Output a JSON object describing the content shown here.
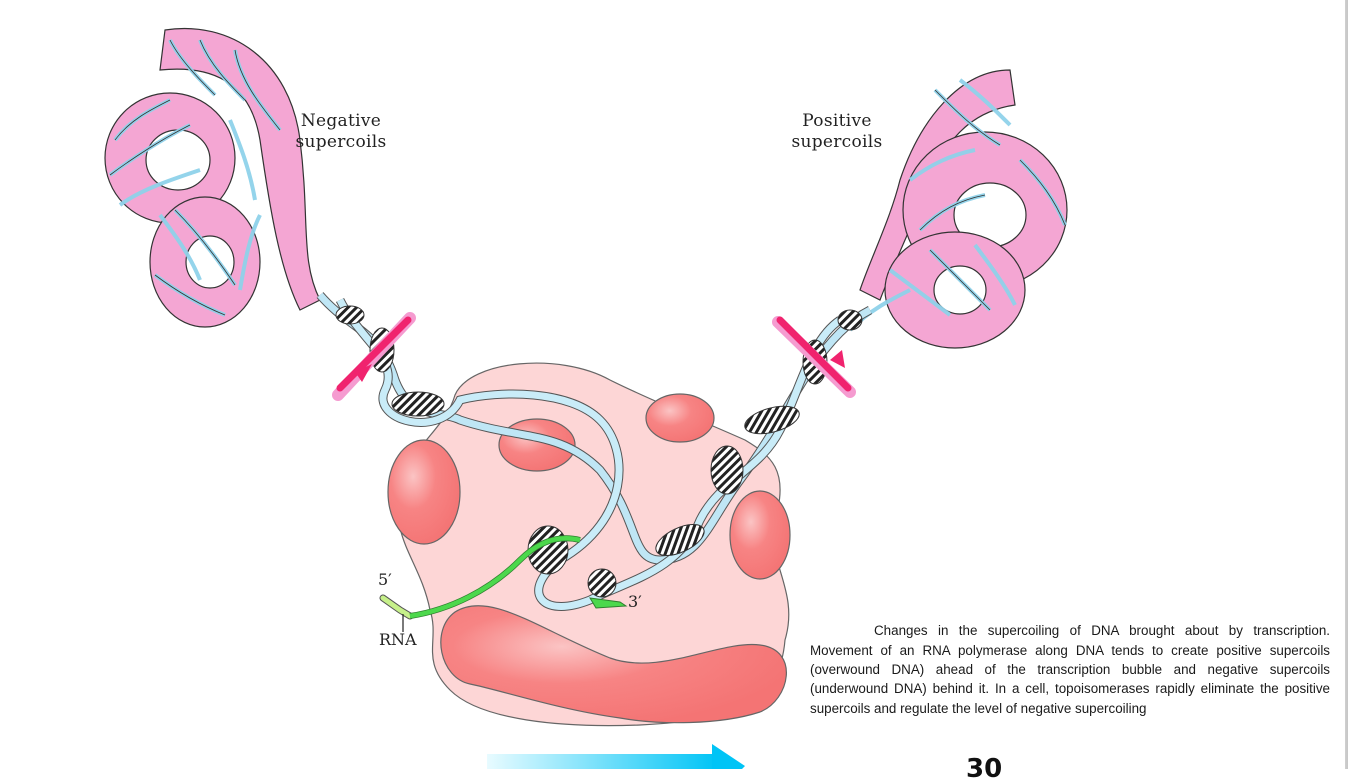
{
  "figure": {
    "labels": {
      "negative": [
        "Negative",
        "supercoils"
      ],
      "positive": [
        "Positive",
        "supercoils"
      ],
      "five_prime": "5′",
      "three_prime": "3′",
      "rna": "RNA"
    },
    "colors": {
      "supercoil_pink": "#f4a6d3",
      "dna_strand_blue": "#a8dbef",
      "polymerase_light": "#fdd6d6",
      "polymerase_dark": "#f77b7b",
      "topoisomerase_magenta": "#f0236e",
      "rna_green": "#4cd84c",
      "rna_light_green": "#c6f08a",
      "direction_arrow": "#00c8f8"
    },
    "direction_arrow": "movement-direction-arrow"
  },
  "caption": {
    "text": "Changes in the supercoiling of DNA brought about by transcription. Movement of an RNA polymerase along DNA tends to create positive supercoils (overwound DNA) ahead of the transcription bubble and negative supercoils (underwound DNA) behind it. In a cell, topoisomerases rapidly eliminate the positive supercoils and regulate the level of negative supercoiling"
  },
  "page_number_partial": "30"
}
